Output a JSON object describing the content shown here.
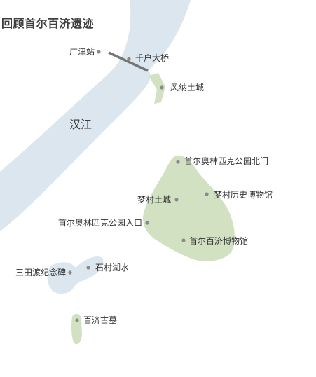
{
  "title": "回顾首尔百济遗迹",
  "colors": {
    "river": "#dbe6ef",
    "land_area": "#d3e1c3",
    "marker": "#8a8a8a",
    "bridge": "#777777",
    "text": "#333333"
  },
  "river": {
    "name": "汉江"
  },
  "places": [
    {
      "name": "广津站"
    },
    {
      "name": "千户大桥"
    },
    {
      "name": "风纳土城"
    },
    {
      "name": "首尔奥林匹克公园北门"
    },
    {
      "name": "梦村土城"
    },
    {
      "name": "梦村历史博物馆"
    },
    {
      "name": "首尔奥林匹克公园入口"
    },
    {
      "name": "首尔百济博物馆"
    },
    {
      "name": "石村湖水"
    },
    {
      "name": "三田渡纪念碑"
    },
    {
      "name": "百济古墓"
    }
  ]
}
